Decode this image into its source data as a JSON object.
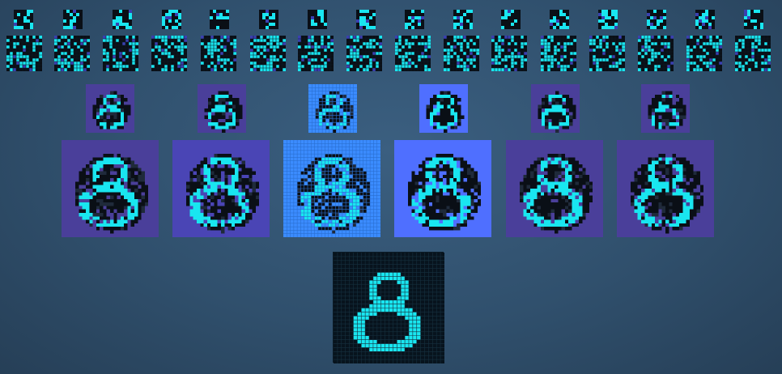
{
  "palette": {
    "background": "#30506d",
    "activation": "#19e6f0",
    "activation_dim": "#0fa8c8",
    "dark": "#0a0f16",
    "grid_line": "#1a3a4a",
    "conv_bg": "#4a3f9a",
    "conv_bg_active": "#3b8cff",
    "conv_bg_highlight": "#4f6fff",
    "input_bg": "#07131d"
  },
  "network": {
    "input_digit": "8",
    "layers": [
      {
        "name": "pool-top",
        "count": 16,
        "kind": "feature-map"
      },
      {
        "name": "conv-top",
        "count": 16,
        "kind": "feature-map"
      },
      {
        "name": "pool-mid",
        "count": 6,
        "kind": "feature-map",
        "highlighted_index": 2
      },
      {
        "name": "conv-mid",
        "count": 6,
        "kind": "feature-map",
        "highlighted_index": 2
      },
      {
        "name": "input",
        "count": 1,
        "kind": "image"
      }
    ]
  }
}
